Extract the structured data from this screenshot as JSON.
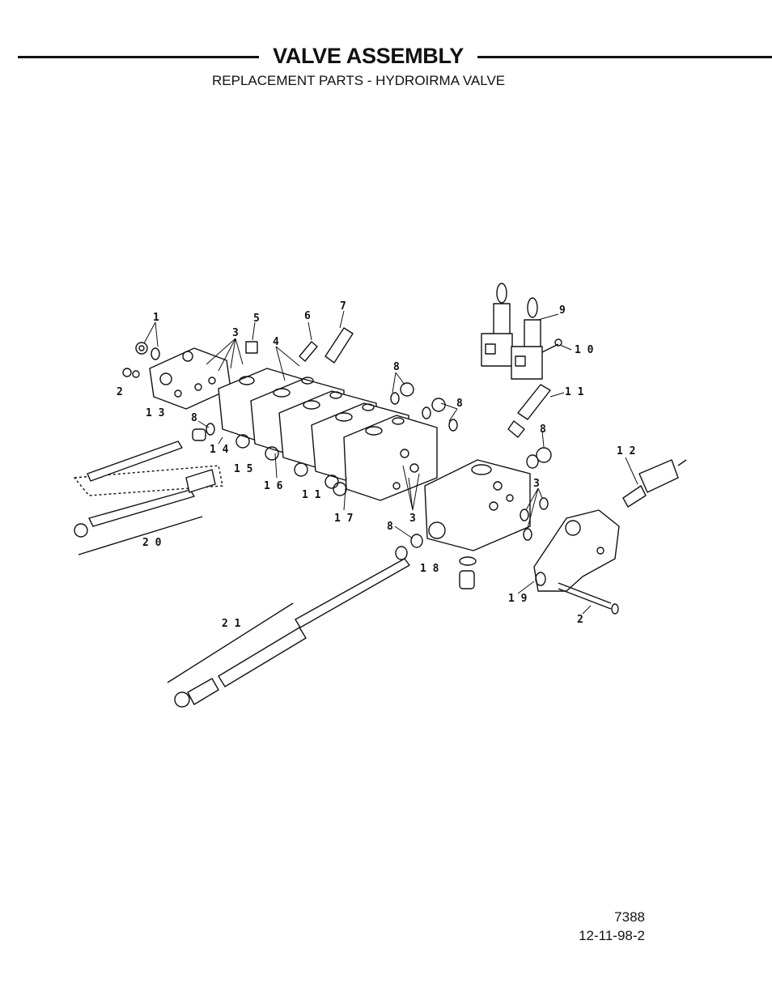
{
  "header": {
    "title": "VALVE ASSEMBLY",
    "subtitle": "REPLACEMENT PARTS - HYDROIRMA VALVE"
  },
  "callouts": [
    "1",
    "2",
    "3",
    "4",
    "5",
    "6",
    "7",
    "8",
    "9",
    "10",
    "11",
    "12",
    "13",
    "14",
    "15",
    "16",
    "17",
    "18",
    "19",
    "20",
    "21"
  ],
  "callout_labels": {
    "c1": "1",
    "c2a": "2",
    "c3a": "3",
    "c4": "4",
    "c5": "5",
    "c6": "6",
    "c7": "7",
    "c8a": "8",
    "c8b": "8",
    "c8c": "8",
    "c8d": "8",
    "c8e": "8",
    "c9": "9",
    "c10": "1 0",
    "c11a": "1 1",
    "c11b": "1 1",
    "c12": "1 2",
    "c13": "1 3",
    "c14": "1 4",
    "c15": "1 5",
    "c16": "1 6",
    "c17": "1 7",
    "c18": "1 8",
    "c19": "1 9",
    "c20": "2 0",
    "c21": "2 1",
    "c3b": "3",
    "c3c": "3",
    "c2b": "2"
  },
  "footer": {
    "drawing_number": "7388",
    "revision": "12-11-98-2"
  }
}
